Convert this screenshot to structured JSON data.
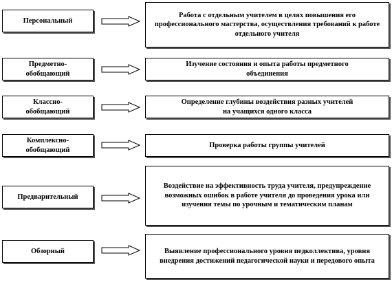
{
  "rows": [
    {
      "type": "Персональный",
      "description": "Работа с отдельным учителем в целях повышения его профессионального мастерства, осуществления требований к работе отдельного учителя"
    },
    {
      "type": "Предметно-обобщающий",
      "description": "Изучение состояния и опыта работы предметного объединения"
    },
    {
      "type": "Классно-обобщающий",
      "description": "Определение глубины воздействия разных учителей на учащихся одного класса"
    },
    {
      "type": "Комплексно-обобщающий",
      "description": "Проверка работы группы учителей"
    },
    {
      "type": "Предварительный",
      "description": "Воздействие на эффективность труда учителя, предупреждение возможных ошибок в работе учителя до проведения урока или изучения темы по урочным и тематическим планам"
    },
    {
      "type": "Обзорный",
      "description": "Выявление профессионального уровня педколлектива, уровня внедрения достижений педагогической науки и передового опыта"
    }
  ]
}
